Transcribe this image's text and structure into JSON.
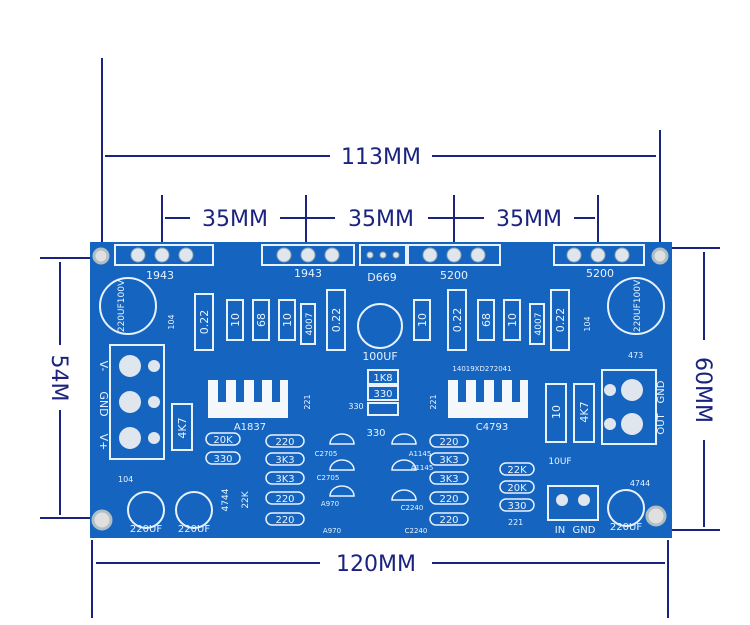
{
  "dimensions": {
    "overall_width": "113MM",
    "spacing": [
      "35MM",
      "35MM",
      "35MM"
    ],
    "board_width": "120MM",
    "board_height_left": "54M",
    "board_height_right": "60MM"
  },
  "board": {
    "color": "#1565c0",
    "transistors_top": [
      "1943",
      "1943",
      "D669",
      "5200",
      "5200"
    ],
    "caps_top": [
      "220UF100V",
      "220UF100V"
    ],
    "resistors_top": [
      "0.22",
      "10",
      "68",
      "10",
      "0.22",
      "10",
      "0.22",
      "68",
      "10",
      "0.22"
    ],
    "diodes_top": [
      "4007",
      "4007"
    ],
    "center_cap": "100UF",
    "small_res": [
      "104",
      "104",
      "104",
      "473",
      "221",
      "221",
      "221"
    ],
    "center_res": [
      "1K8",
      "330",
      "330"
    ],
    "heatsink_labels": [
      "A1837",
      "C4793"
    ],
    "code_label": "14019XD272041",
    "left_terminal": [
      "V-",
      "GND",
      "V+"
    ],
    "right_terminal": [
      "OUT",
      "GND"
    ],
    "vertical_res": [
      "4K7",
      "4K7",
      "10"
    ],
    "mid_labels": [
      "330",
      "C2705",
      "C2705",
      "A1145",
      "A1145",
      "A970",
      "A970",
      "C2240",
      "C2240"
    ],
    "res_left_col": [
      "20K",
      "330",
      "220",
      "3K3",
      "3K3",
      "220",
      "220"
    ],
    "res_right_col": [
      "220",
      "3K3",
      "3K3",
      "220",
      "220",
      "22K",
      "20K",
      "330"
    ],
    "bottom_caps": [
      "220UF",
      "220UF",
      "220UF"
    ],
    "bottom_misc": [
      "4744",
      "22K",
      "10UF",
      "4744",
      "IN",
      "GND"
    ]
  }
}
